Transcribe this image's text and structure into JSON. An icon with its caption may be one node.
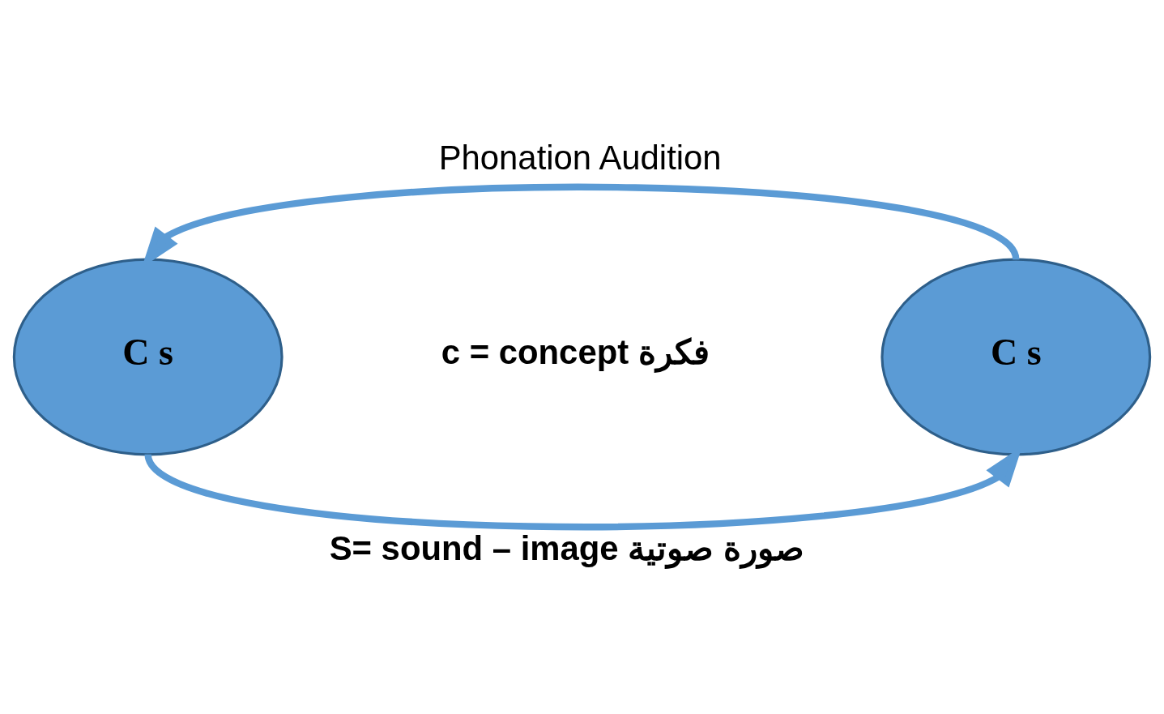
{
  "diagram": {
    "nodes": [
      {
        "text": [
          "C s"
        ]
      },
      {
        "text": [
          "C s"
        ]
      }
    ],
    "edges": [
      {
        "from": 1,
        "to": 0,
        "arrow": "to"
      },
      {
        "from": 0,
        "to": 1,
        "arrow": "to"
      }
    ],
    "labels": [
      "Phonation Audition",
      "c = concept فكرة",
      "S= sound – image صورة صوتية"
    ]
  }
}
